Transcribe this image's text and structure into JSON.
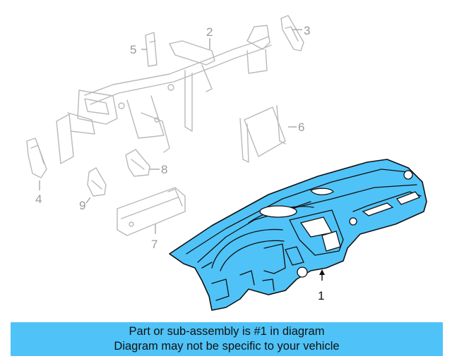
{
  "diagram": {
    "callouts": {
      "c1": "1",
      "c2": "2",
      "c3": "3",
      "c4": "4",
      "c5": "5",
      "c6": "6",
      "c7": "7",
      "c8": "8",
      "c9": "9"
    },
    "highlight_part": "1",
    "highlight_color": "#4fc3f7",
    "ghost_color": "#b9b9b9"
  },
  "banner": {
    "line1": "Part or sub-assembly is #1 in diagram",
    "line2": "Diagram may not be specific to your vehicle",
    "background": "#4fc3f7"
  }
}
